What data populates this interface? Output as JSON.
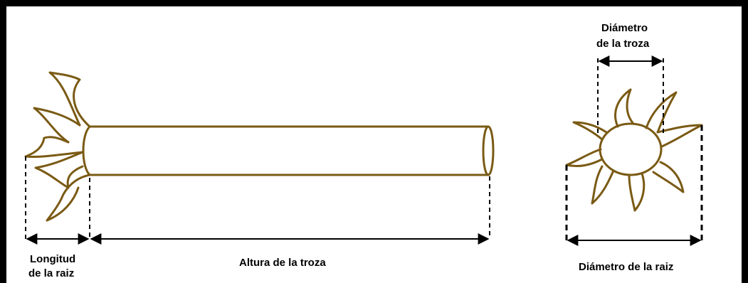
{
  "labels": {
    "root_length_line1": "Longitud",
    "root_length_line2": "de la raiz",
    "log_height": "Altura de la troza",
    "log_diameter_line1": "Diámetro",
    "log_diameter_line2": "de la troza",
    "root_diameter": "Diámetro de la raiz"
  },
  "colors": {
    "outline": "#7a5a14",
    "frame": "#000000",
    "dimension": "#000000"
  }
}
